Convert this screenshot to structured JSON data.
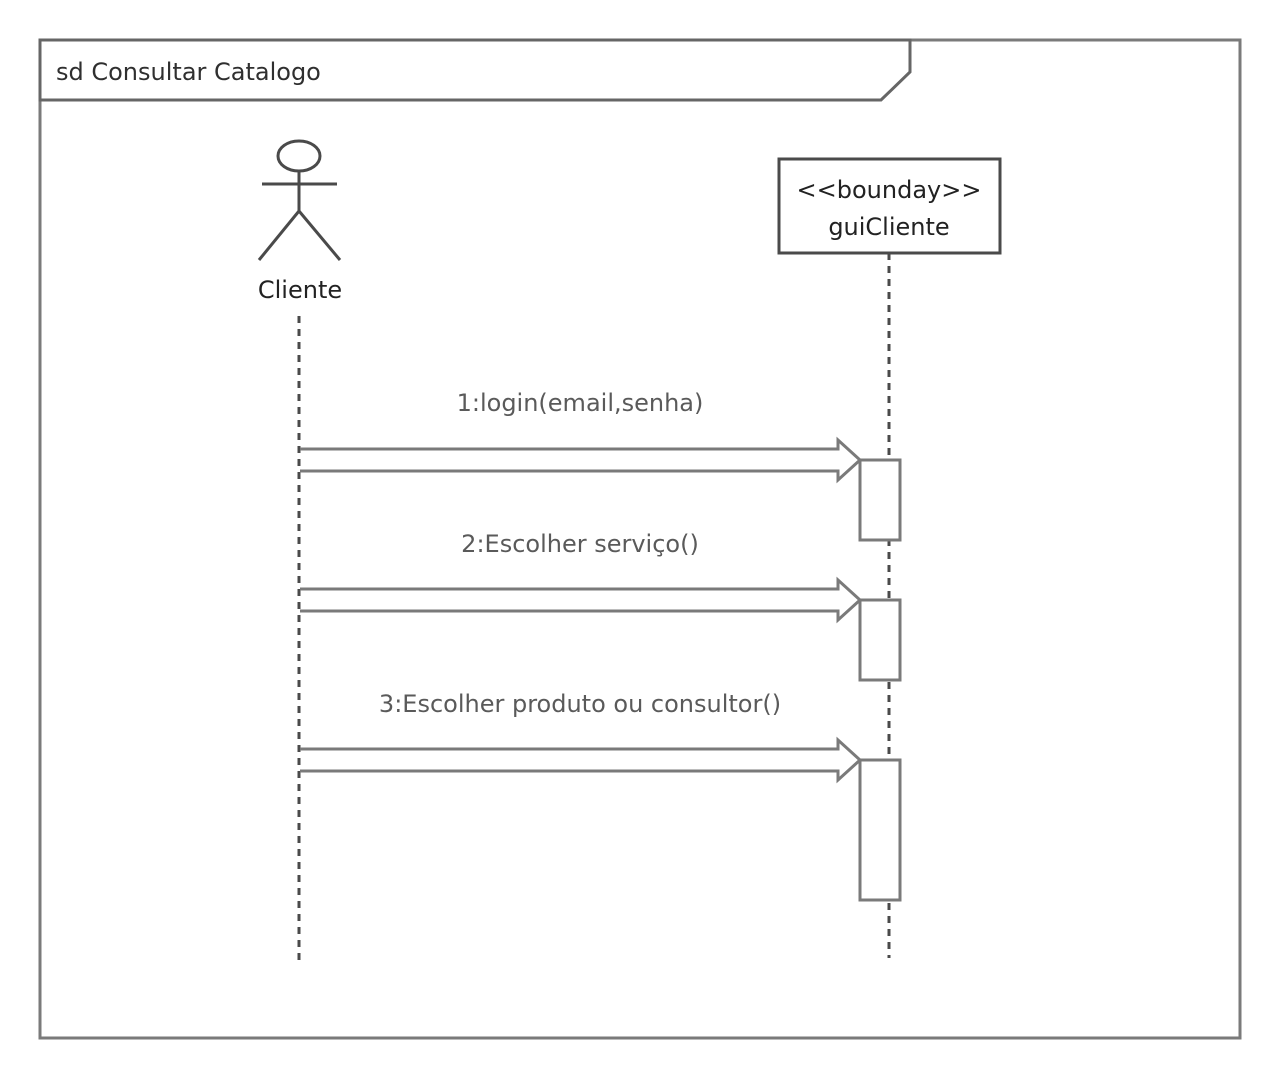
{
  "diagram": {
    "frame_title": "sd Consultar Catalogo",
    "actor": {
      "name": "Cliente"
    },
    "lifeline": {
      "stereotype": "<<bounday>>",
      "name": "guiCliente"
    },
    "messages": [
      {
        "label": "1:login(email,senha)"
      },
      {
        "label": "2:Escolher serviço()"
      },
      {
        "label": "3:Escolher produto ou consultor()"
      }
    ]
  },
  "colors": {
    "frame_border": "#7a7a7a",
    "frame_tab": "#5f5f5f",
    "actor": "#4a4a4a",
    "lifeline_box": "#4a4a4a",
    "dashed_line": "#4a4a4a",
    "message_arrow": "#7a7a7a",
    "activation": "#7a7a7a"
  }
}
